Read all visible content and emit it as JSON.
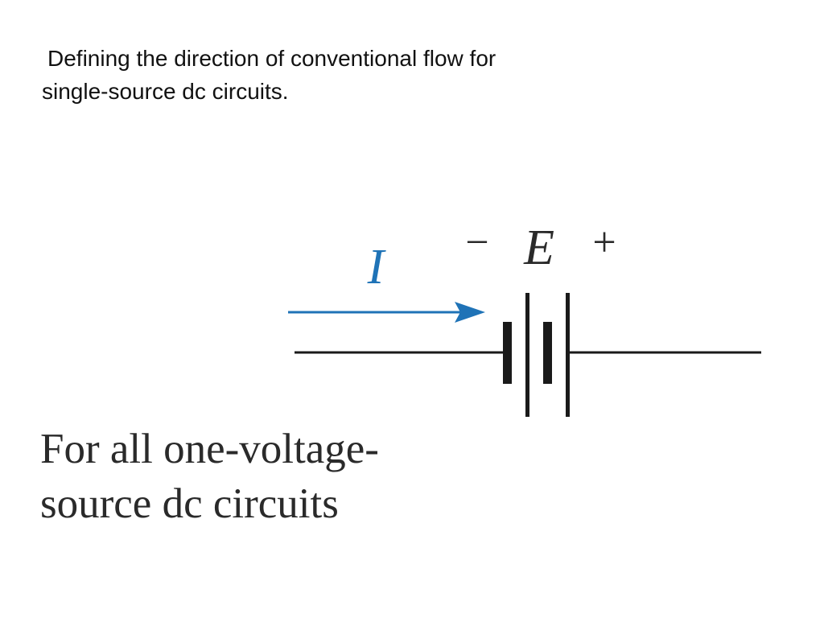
{
  "slide": {
    "title_line1": "Defining the direction of conventional flow for",
    "title_line2": "single-source dc circuits."
  },
  "diagram": {
    "current_label": "I",
    "source_label": "E",
    "minus_sign": "−",
    "plus_sign": "+",
    "colors": {
      "current": "#1f73b7",
      "wire": "#1a1a1a",
      "text": "#2a2a2a"
    }
  },
  "caption": {
    "line1": "For all one-voltage-",
    "line2": "source dc circuits"
  }
}
